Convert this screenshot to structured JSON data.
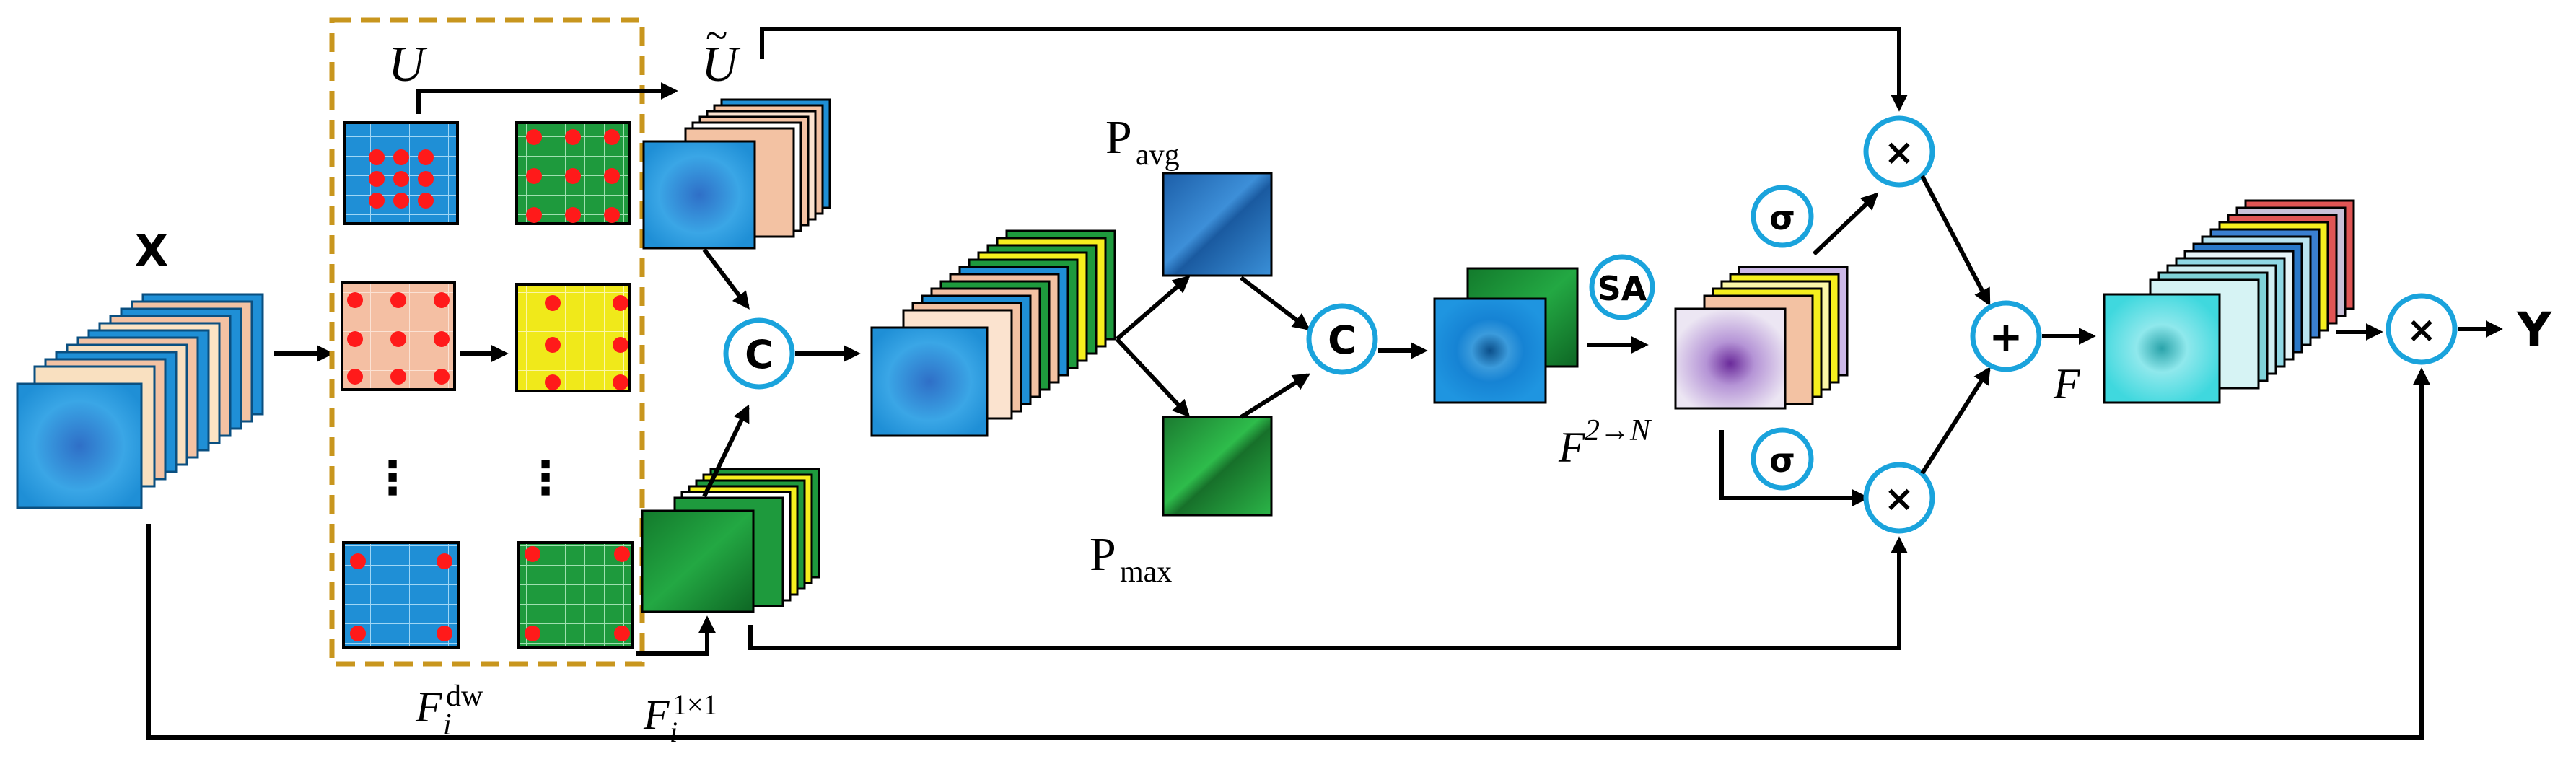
{
  "labels": {
    "x": "X",
    "y": "Y",
    "u": "U",
    "u_tilde_base": "U",
    "u_tilde_mark": "~",
    "f_dw_base": "F",
    "f_dw_sub": "i",
    "f_dw_sup": "dw",
    "f_1x1_base": "F",
    "f_1x1_sub": "i",
    "f_1x1_sup": "1×1",
    "p_avg_base": "P",
    "p_avg_sub": "avg",
    "p_max_base": "P",
    "p_max_sub": "max",
    "f_2n_base": "F",
    "f_2n_sup": "2→N",
    "f": "F",
    "vertical_dots": "⋮"
  },
  "operators": {
    "concat": "C",
    "sa": "SA",
    "sigmoid": "σ",
    "multiply": "×",
    "add": "+"
  },
  "colors": {
    "blue": "#1f8fd6",
    "green": "#1e9a3d",
    "yellow": "#f5ef1e",
    "peach": "#f3c2a3",
    "cyan": "#47d7df",
    "lavender": "#d8c3e8",
    "red_dot": "#ff1a1a",
    "dashed_box": "#c8961e",
    "circle_stroke": "#1aa3dc"
  }
}
